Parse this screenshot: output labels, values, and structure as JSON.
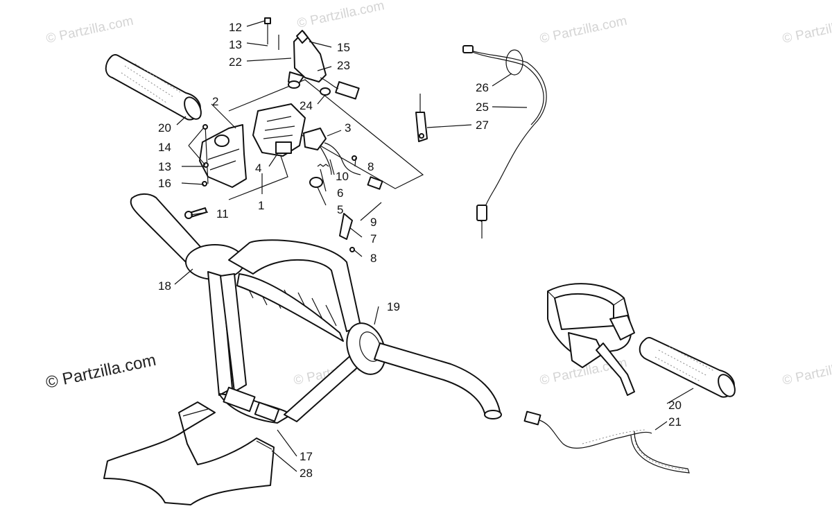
{
  "diagram": {
    "watermark_text": "© Partzilla.com",
    "credit_text": "© Partzilla.com",
    "callouts": {
      "n1": "1",
      "n2": "2",
      "n3": "3",
      "n4": "4",
      "n5": "5",
      "n6": "6",
      "n7": "7",
      "n8a": "8",
      "n8b": "8",
      "n9": "9",
      "n10": "10",
      "n11": "11",
      "n12": "12",
      "n13a": "13",
      "n13b": "13",
      "n14": "14",
      "n15": "15",
      "n16": "16",
      "n17": "17",
      "n18": "18",
      "n19": "19",
      "n20a": "20",
      "n20b": "20",
      "n21": "21",
      "n22": "22",
      "n23": "23",
      "n24": "24",
      "n25": "25",
      "n26": "26",
      "n27": "27",
      "n28": "28"
    }
  }
}
